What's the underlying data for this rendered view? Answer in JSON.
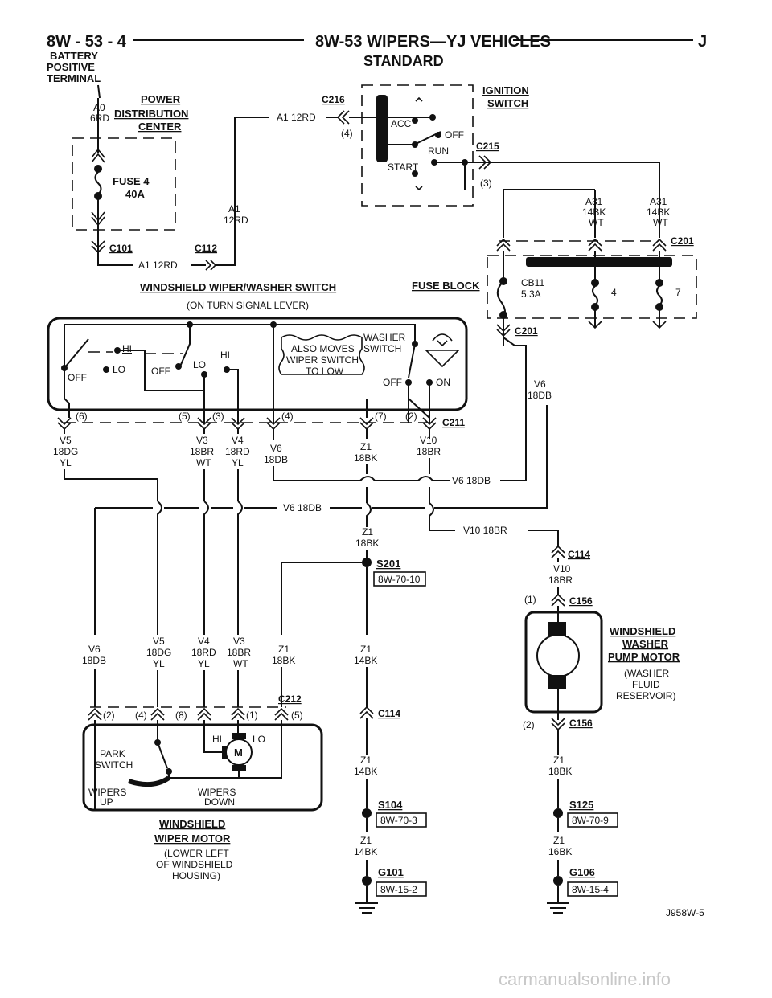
{
  "header": {
    "page_num": "8W - 53 - 4",
    "title": "8W-53 WIPERS—YJ VEHICLES",
    "letter": "J",
    "subtitle": "STANDARD"
  },
  "battery": {
    "line1": "BATTERY",
    "line2": "POSITIVE",
    "line3": "TERMINAL"
  },
  "pdc": {
    "title1": "POWER",
    "title2": "DISTRIBUTION",
    "title3": "CENTER",
    "cav1": "A0",
    "cav2": "6RD",
    "fuse1": "FUSE 4",
    "fuse2": "40A"
  },
  "connectors": {
    "c101": "C101",
    "c112": "C112",
    "c216": "C216",
    "c215": "C215",
    "c201a": "C201",
    "c201b": "C201",
    "c211": "C211",
    "c114a": "C114",
    "c156a": "C156",
    "c156b": "C156",
    "c212": "C212",
    "c114b": "C114"
  },
  "ign": {
    "title1": "IGNITION",
    "title2": "SWITCH",
    "acc": "ACC",
    "off": "OFF",
    "run": "RUN",
    "start": "START",
    "pin4": "(4)",
    "pin3": "(3)"
  },
  "wires": {
    "a1_12rd_top": "A1 12RD",
    "a1": "A1",
    "rd12": "12RD",
    "a1_12rd_bot": "A1 12RD",
    "a31a": "A31",
    "bk14a": "14BK",
    "wta": "WT",
    "a31b": "A31",
    "bk14b": "14BK",
    "wtb": "WT",
    "v6a": "V6",
    "db18a": "18DB",
    "v5": "V5",
    "dg18": "18DG",
    "yl1": "YL",
    "v3": "V3",
    "br18": "18BR",
    "wt1": "WT",
    "v4": "V4",
    "rd18": "18RD",
    "yl2": "YL",
    "v6b": "V6",
    "db18b": "18DB",
    "z1a": "Z1",
    "bk18a": "18BK",
    "v10a": "V10",
    "br18a": "18BR",
    "v6_18db_r": "V6 18DB",
    "v6_18db_m": "V6 18DB",
    "z1b": "Z1",
    "bk18b": "18BK",
    "v10_18br": "V10 18BR",
    "v10b": "V10",
    "br18b": "18BR",
    "v6c": "V6",
    "db18c": "18DB",
    "v5b": "V5",
    "dg18b": "18DG",
    "yl3": "YL",
    "v4b": "V4",
    "rd18b": "18RD",
    "yl4": "YL",
    "v3b": "V3",
    "br18c": "18BR",
    "wt2": "WT",
    "z1c": "Z1",
    "bk18c": "18BK",
    "z1d": "Z1",
    "bk14d": "14BK",
    "z1e": "Z1",
    "bk14e": "14BK",
    "z1f": "Z1",
    "bk14f": "14BK",
    "z1g": "Z1",
    "bk18g": "18BK",
    "z1h": "Z1",
    "bk16h": "16BK"
  },
  "fuse_block": {
    "label": "FUSE BLOCK",
    "cb1": "CB11",
    "cb2": "5.3A",
    "f4": "4",
    "f7": "7"
  },
  "wws": {
    "title": "WINDSHIELD WIPER/WASHER SWITCH",
    "sub": "(ON TURN SIGNAL LEVER)",
    "hi": "HI",
    "lo": "LO",
    "off": "OFF",
    "off2": "OFF",
    "lo2": "LO",
    "hi2": "HI",
    "note1": "ALSO MOVES",
    "note2": "WIPER SWITCH",
    "note3": "TO LOW",
    "washer1": "WASHER",
    "washer2": "SWITCH",
    "woff": "OFF",
    "won": "ON",
    "p6": "(6)",
    "p5": "(5)",
    "p3": "(3)",
    "p4": "(4)",
    "p7": "(7)",
    "p2": "(2)"
  },
  "splices": {
    "s201": "S201",
    "s201_ref": "8W-70-10",
    "s104": "S104",
    "s104_ref": "8W-70-3",
    "s125": "S125",
    "s125_ref": "8W-70-9"
  },
  "grounds": {
    "g101": "G101",
    "g101_ref": "8W-15-2",
    "g106": "G106",
    "g106_ref": "8W-15-4"
  },
  "pump": {
    "t1": "WINDSHIELD",
    "t2": "WASHER",
    "t3": "PUMP MOTOR",
    "n1": "(WASHER",
    "n2": "FLUID",
    "n3": "RESERVOIR)",
    "p1": "(1)",
    "p2": "(2)"
  },
  "motor": {
    "park1": "PARK",
    "park2": "SWITCH",
    "up1": "WIPERS",
    "up2": "UP",
    "down1": "WIPERS",
    "down2": "DOWN",
    "hi": "HI",
    "lo": "LO",
    "m": "M",
    "p2": "(2)",
    "p4": "(4)",
    "p8": "(8)",
    "p1": "(1)",
    "p5": "(5)",
    "t1": "WINDSHIELD",
    "t2": "WIPER MOTOR",
    "n1": "(LOWER LEFT",
    "n2": "OF WINDSHIELD",
    "n3": "HOUSING)"
  },
  "figure_id": "J958W-5",
  "watermark": "carmanualsonline.info"
}
